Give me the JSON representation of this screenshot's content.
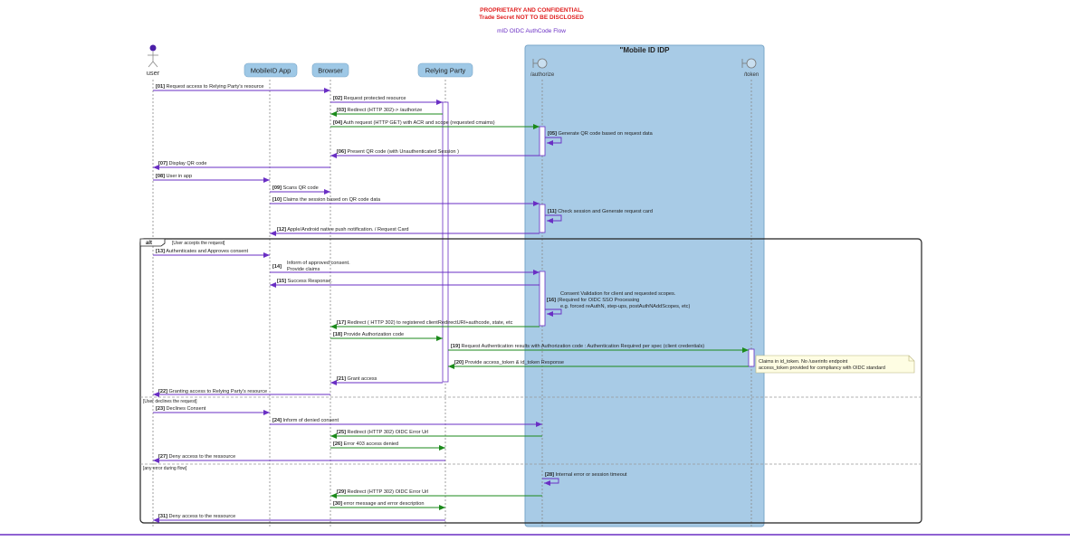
{
  "header": {
    "confidential_line1": "PROPRIETARY AND CONFIDENTIAL.",
    "confidential_line2": "Trade Secret NOT TO BE DISCLOSED",
    "title": "mID OIDC AuthCode Flow"
  },
  "participants": {
    "user": "user",
    "mobileid": "MobileID App",
    "browser": "Browser",
    "rp": "Relying Party",
    "idp_box": "\"Mobile ID IDP",
    "authorize": "/authorize",
    "token": "/token"
  },
  "alt": {
    "label": "alt",
    "guard1": "[User accepts the request]",
    "guard2": "[User declines the request]",
    "guard3": "[any error during flow]"
  },
  "messages": [
    {
      "id": "01",
      "num": "[01]",
      "text": "Request access to Relying Party's resource"
    },
    {
      "id": "02",
      "num": "[02]",
      "text": "Request protected resource"
    },
    {
      "id": "03",
      "num": "[03]",
      "text": "Redirect (HTTP 302)-> /authorize"
    },
    {
      "id": "04",
      "num": "[04]",
      "text": "Auth request (HTTP GET) with ACR and scope (requested cmaims)"
    },
    {
      "id": "05",
      "num": "[05]",
      "text": "Generate QR code based on request data"
    },
    {
      "id": "06",
      "num": "[06]",
      "text": "Present QR code (with Unauthenticated Session )"
    },
    {
      "id": "07",
      "num": "[07]",
      "text": "Display QR code"
    },
    {
      "id": "08",
      "num": "[08]",
      "text": "User in app"
    },
    {
      "id": "09",
      "num": "[09]",
      "text": "Scans QR code"
    },
    {
      "id": "10",
      "num": "[10]",
      "text": "Claims the session based on QR code data"
    },
    {
      "id": "11",
      "num": "[11]",
      "text": "Check session and Generate request card"
    },
    {
      "id": "12",
      "num": "[12]",
      "text": "Apple/Android native push notification. / Request Card"
    },
    {
      "id": "13",
      "num": "[13]",
      "text": "Authenticates and Approves consent"
    },
    {
      "id": "14",
      "num": "[14]",
      "text": "Inform of approved consent."
    },
    {
      "id": "14b",
      "num": "",
      "text": "Provide claims"
    },
    {
      "id": "15",
      "num": "[15]",
      "text": "Success Response."
    },
    {
      "id": "16",
      "num": "[16]",
      "text": "(Required for OIDC SSO Processing"
    },
    {
      "id": "16a",
      "num": "",
      "text": "Consent Validation for client and requested scopes."
    },
    {
      "id": "16c",
      "num": "",
      "text": "e.g. forced reAuthN, step-ups, postAuthNAddScopes, etc)"
    },
    {
      "id": "17",
      "num": "[17]",
      "text": "Redirect ( HTTP 302) to registered clientRedirectURI+authcode, state, etc"
    },
    {
      "id": "18",
      "num": "[18]",
      "text": "Provide Authorization code"
    },
    {
      "id": "19",
      "num": "[19]",
      "text": "Request Authentication results with Authorization code : Authentication Required per spec (client credentials)"
    },
    {
      "id": "20",
      "num": "[20]",
      "text": "Provide access_token & id_token Response"
    },
    {
      "id": "21",
      "num": "[21]",
      "text": "Grant access"
    },
    {
      "id": "22",
      "num": "[22]",
      "text": "Granting access to Relying Party's resource"
    },
    {
      "id": "23",
      "num": "[23]",
      "text": "Declines Consent"
    },
    {
      "id": "24",
      "num": "[24]",
      "text": "Inform of denied consent"
    },
    {
      "id": "25",
      "num": "[25]",
      "text": "Redirect (HTTP 302) OIDC Error Url"
    },
    {
      "id": "26",
      "num": "[26]",
      "text": "Error 403 access denied"
    },
    {
      "id": "27",
      "num": "[27]",
      "text": "Deny access to the ressource"
    },
    {
      "id": "28",
      "num": "[28]",
      "text": "Internal error or session timeout"
    },
    {
      "id": "29",
      "num": "[29]",
      "text": "Redirect (HTTP 302) OIDC Error Url"
    },
    {
      "id": "30",
      "num": "[30]",
      "text": "error message and error description"
    },
    {
      "id": "31",
      "num": "[31]",
      "text": "Deny access to the ressource"
    }
  ],
  "note": {
    "line1": "Claims in id_token. No /userinfo endpoint",
    "line2": "access_token provided for compliancy with OIDC standard"
  },
  "colors": {
    "purple": "#6a2fc4",
    "green": "#1b8a1b",
    "confidential": "#e02020",
    "title": "#6a2fc4",
    "idp_box": "#a8cbe6",
    "participant": "#9ec8e6"
  }
}
